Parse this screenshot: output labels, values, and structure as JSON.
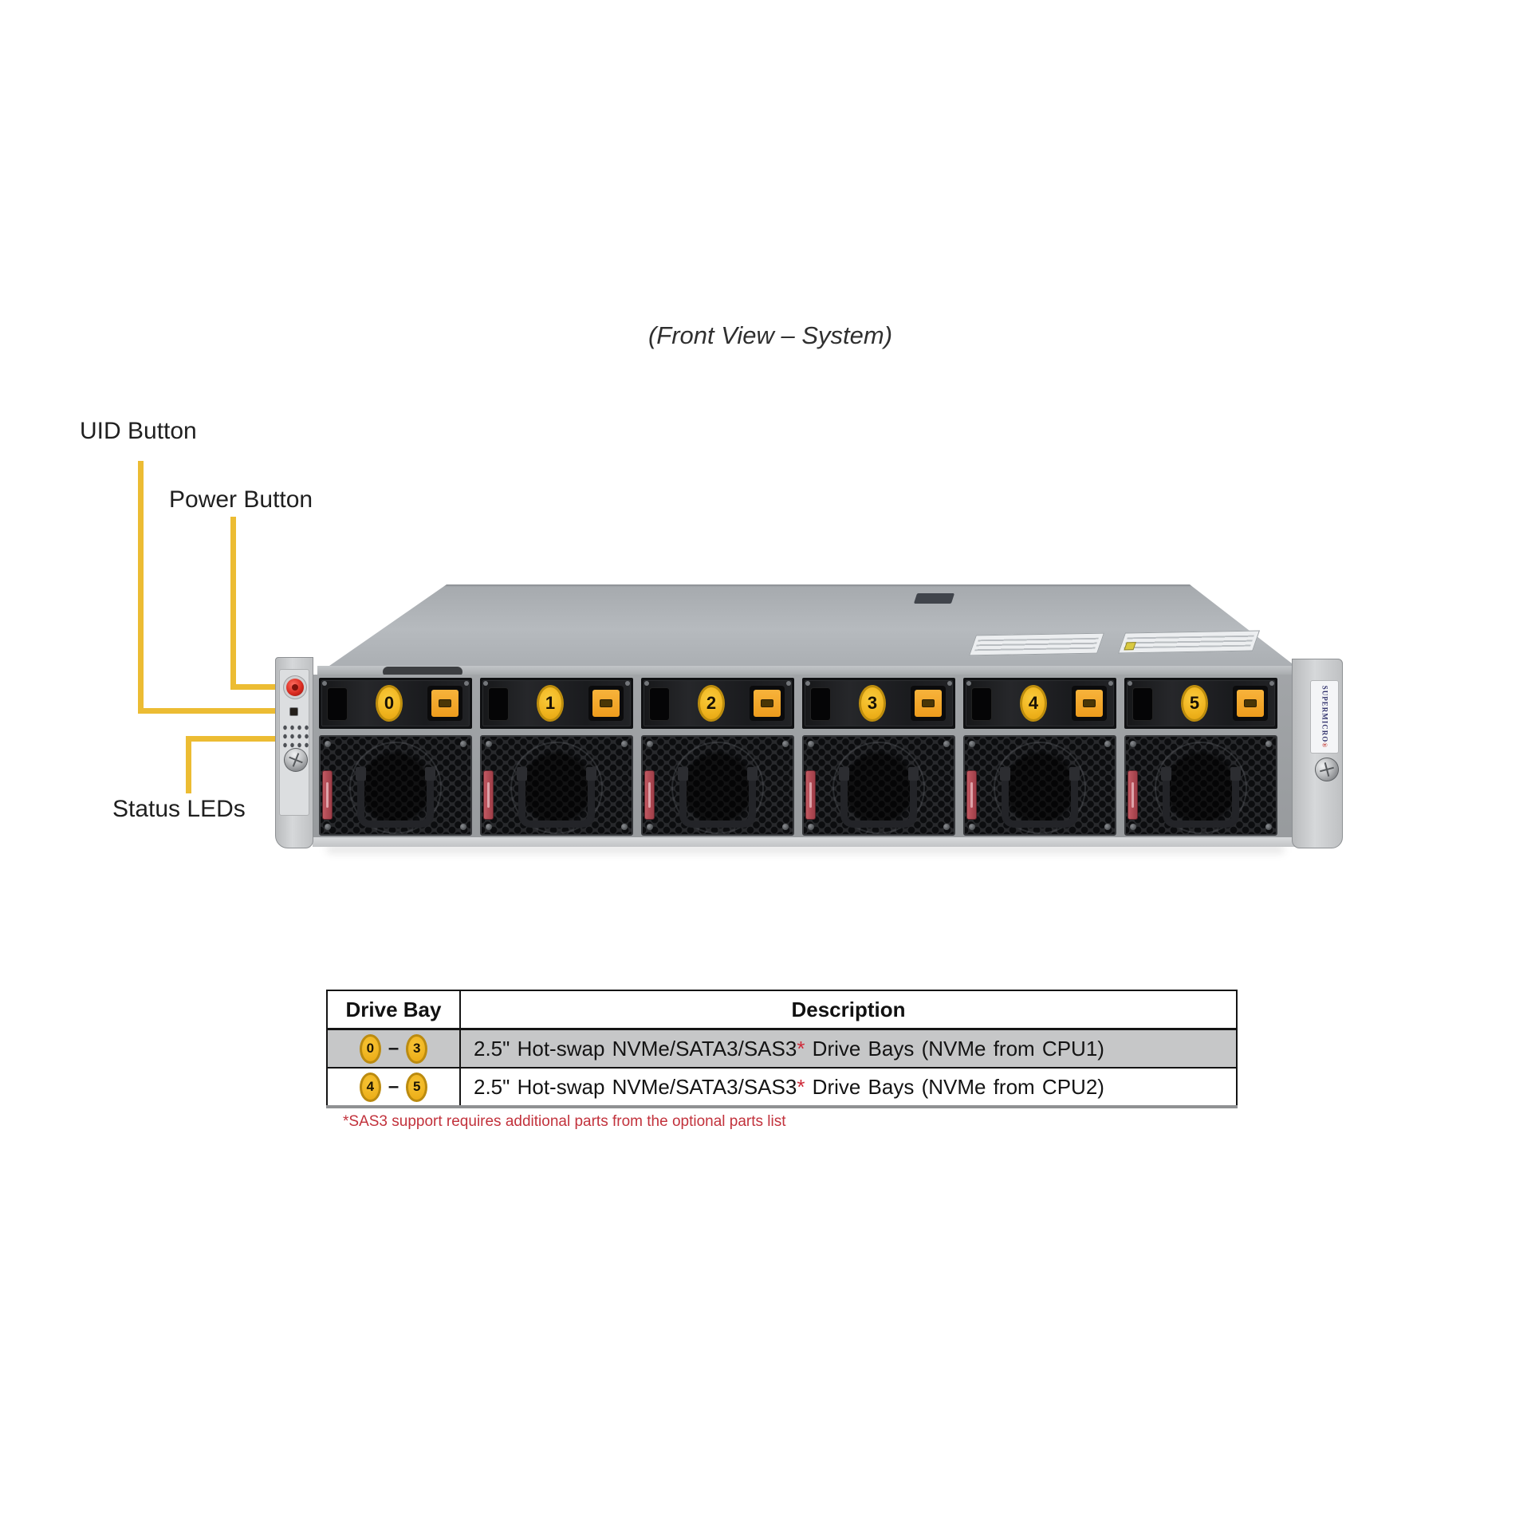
{
  "figure_title": "(Front View – System)",
  "callouts": {
    "uid_label": "UID Button",
    "power_label": "Power Button",
    "status_label": "Status LEDs"
  },
  "server": {
    "drive_bay_numbers": [
      "0",
      "1",
      "2",
      "3",
      "4",
      "5"
    ],
    "brand": "SUPERMICRO",
    "brand_reg": "®"
  },
  "icons": {
    "power-button-icon": "red-circle",
    "uid-button-icon": "dark-square",
    "status-leds-icon": "led-dot-grid",
    "thumbscrew-icon": "cross-slot-circle",
    "drive-bay-latch-icon": "orange-square-with-slot",
    "fan-icon": "dark-mesh-circle",
    "tray-handle-icon": "u-shaped-bar",
    "tray-release-latch-icon": "red-vertical-bar"
  },
  "table": {
    "headers": [
      "Drive Bay",
      "Description"
    ],
    "rows": [
      {
        "bay_from": "0",
        "range_dash": "–",
        "bay_to": "3",
        "desc_prefix": "2.5\" Hot-swap NVMe/SATA3/SAS3",
        "footnote_mark": "*",
        "desc_suffix": " Drive Bays (NVMe from CPU1)"
      },
      {
        "bay_from": "4",
        "range_dash": "–",
        "bay_to": "5",
        "desc_prefix": "2.5\" Hot-swap NVMe/SATA3/SAS3",
        "footnote_mark": "*",
        "desc_suffix": " Drive Bays (NVMe from CPU2)"
      }
    ],
    "footnote": "*SAS3 support requires additional parts from the optional parts list"
  },
  "colors": {
    "callout_line": "#ecbc33",
    "bay_badge_yellow": "#f0b41e",
    "latch_orange": "#f2a431",
    "power_button_red": "#d92b20",
    "footnote_red": "#c2323c",
    "shaded_row_gray": "#c6c7c8",
    "brand_navy": "#33346e"
  }
}
